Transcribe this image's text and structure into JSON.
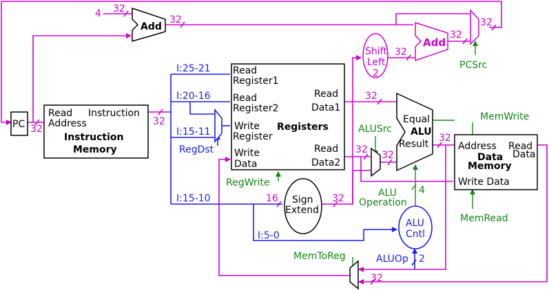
{
  "diagram": {
    "title": "MIPS single-cycle datapath",
    "colors": {
      "datapath": "#d000d0",
      "instruction_fields": "#1a1aff",
      "control": "#118811",
      "blocks": "#000000"
    },
    "blocks": {
      "pc": {
        "label": "PC"
      },
      "pc_adder": {
        "label": "Add",
        "const_input": "4"
      },
      "branch_adder": {
        "label": "Add"
      },
      "shift_left": {
        "line1": "Shift",
        "line2": "Left",
        "line3": "2"
      },
      "instruction_memory": {
        "port_in": "Read",
        "port_in2": "Address",
        "port_out": "Instruction",
        "title1": "Instruction",
        "title2": "Memory"
      },
      "registers": {
        "title": "Registers",
        "read_reg1_a": "Read",
        "read_reg1_b": "Register1",
        "read_reg2_a": "Read",
        "read_reg2_b": "Register2",
        "write_reg_a": "Write",
        "write_reg_b": "Register",
        "write_data_a": "Write",
        "write_data_b": "Data",
        "read_data1_a": "Read",
        "read_data1_b": "Data1",
        "read_data2_a": "Read",
        "read_data2_b": "Data2"
      },
      "alu": {
        "title": "ALU",
        "equal": "Equal",
        "result": "Result"
      },
      "data_memory": {
        "address": "Address",
        "read_data_a": "Read",
        "read_data_b": "Data",
        "title1": "Data",
        "title2": "Memory",
        "write_data": "Write Data"
      },
      "sign_extend": {
        "line1": "Sign",
        "line2": "Extend"
      },
      "alu_control": {
        "line1": "ALU",
        "line2": "Cntl"
      }
    },
    "instruction_fields": [
      "I:25-21",
      "I:20-16",
      "I:15-11",
      "I:15-10",
      "I:5-0"
    ],
    "control_signals": {
      "pcsrc": "PCSrc",
      "regdst": "RegDst",
      "regwrite": "RegWrite",
      "alusrc": "ALUSrc",
      "alu_operation_a": "ALU",
      "alu_operation_b": "Operation",
      "memwrite": "MemWrite",
      "memread": "MemRead",
      "memtoreg": "MemToReg",
      "aluop": "ALUOp"
    },
    "bus_widths": {
      "pc_add_in": "32",
      "pc_add_out": "32",
      "pc_out": "32",
      "instr_out": "32",
      "shift_out": "32",
      "branch_add_out": "32",
      "pc_mux_out": "32",
      "read_data1": "32",
      "read_data2": "32",
      "alusrc_out": "32",
      "alu_result": "32",
      "sign_in": "16",
      "sign_out": "32",
      "alu_op_ctl": "4",
      "aluop_width": "2",
      "mem_read_data": "32"
    }
  }
}
